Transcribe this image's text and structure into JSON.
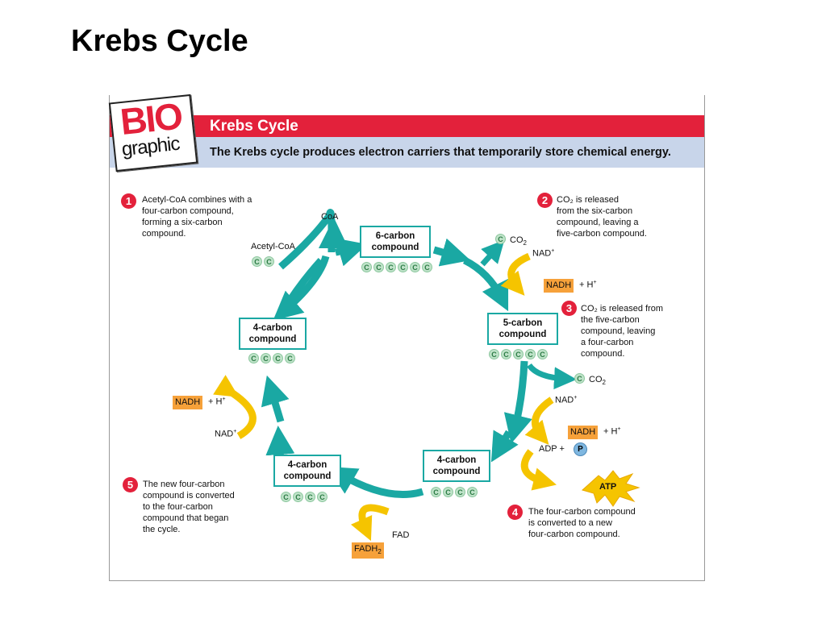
{
  "slide_title": "Krebs Cycle",
  "header": {
    "logo_top": "BIO",
    "logo_bottom": "graphic",
    "title": "Krebs Cycle",
    "subtitle": "The Krebs cycle produces electron carriers that temporarily store chemical energy."
  },
  "compounds": {
    "six": "6-carbon\ncompound",
    "five": "5-carbon\ncompound",
    "four_right": "4-carbon\ncompound",
    "four_bottom": "4-carbon\ncompound",
    "four_left": "4-carbon\ncompound"
  },
  "carbon_symbol": "C",
  "labels": {
    "coa": "CoA",
    "acetyl": "Acetyl-CoA",
    "co2_a": "CO",
    "co2_b": "CO",
    "nad_a": "NAD",
    "nad_b": "NAD",
    "nad_c": "NAD",
    "nadh_a": "NADH",
    "nadh_b": "NADH",
    "nadh_c": "NADH",
    "h_plus": "+ H",
    "adp": "ADP +",
    "p": "P",
    "atp": "ATP",
    "fad": "FAD",
    "fadh2": "FADH"
  },
  "steps": [
    {
      "num": "1",
      "text": "Acetyl-CoA combines with a\nfour-carbon compound,\nforming a six-carbon\ncompound."
    },
    {
      "num": "2",
      "text": "CO₂ is released\nfrom the six-carbon\ncompound, leaving a\nfive-carbon compound."
    },
    {
      "num": "3",
      "text": "CO₂ is released from\nthe five-carbon\ncompound, leaving\na four-carbon\ncompound."
    },
    {
      "num": "4",
      "text": "The four-carbon compound\nis converted to a new\nfour-carbon compound."
    },
    {
      "num": "5",
      "text": "The new four-carbon\ncompound is converted\nto the four-carbon\ncompound that began\nthe cycle."
    }
  ],
  "colors": {
    "teal": "#1aa8a3",
    "red": "#e3213b",
    "yellow": "#f5c400",
    "orange": "#f6a13a"
  }
}
